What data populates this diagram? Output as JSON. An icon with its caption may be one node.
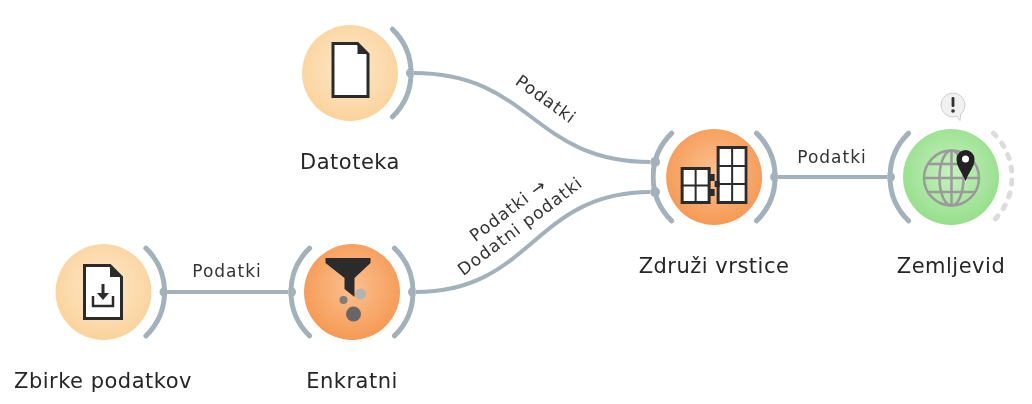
{
  "diagram": {
    "nodes": [
      {
        "text": [
          "Datoteka"
        ]
      },
      {
        "text": [
          "Zbirke podatkov"
        ]
      },
      {
        "text": [
          "Enkratni"
        ]
      },
      {
        "text": [
          "Združi vrstice"
        ]
      },
      {
        "text": [
          "Zemljevid"
        ]
      }
    ],
    "edges": [
      {
        "from": 0,
        "to": 3,
        "arrow": "none",
        "label": "Podatki"
      },
      {
        "from": 1,
        "to": 2,
        "arrow": "none",
        "label": "Podatki"
      },
      {
        "from": 2,
        "to": 3,
        "arrow": "none",
        "label": "Podatki → Dodatni podatki"
      },
      {
        "from": 3,
        "to": 4,
        "arrow": "none",
        "label": "Podatki"
      }
    ]
  }
}
